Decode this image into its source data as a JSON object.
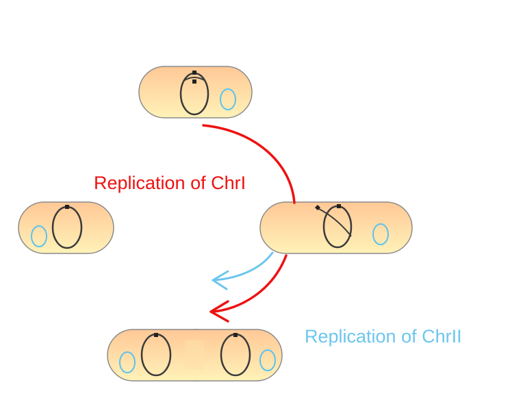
{
  "labels": {
    "chr1_replication": "Replication of ChrI",
    "chr2_replication": "Replication of ChrII"
  },
  "colors": {
    "cell_fill_top": "#ffc896",
    "cell_fill_bottom": "#fff2b8",
    "cell_stroke": "#8a8a8a",
    "chromosome_one": "#3a3a3a",
    "chromosome_two": "#5bc2f0",
    "chr1_arrow": "#ee1111",
    "chr2_arrow": "#6cc6ee"
  },
  "icons": {
    "origin_marker": "square",
    "terminus_marker": "diamond"
  }
}
